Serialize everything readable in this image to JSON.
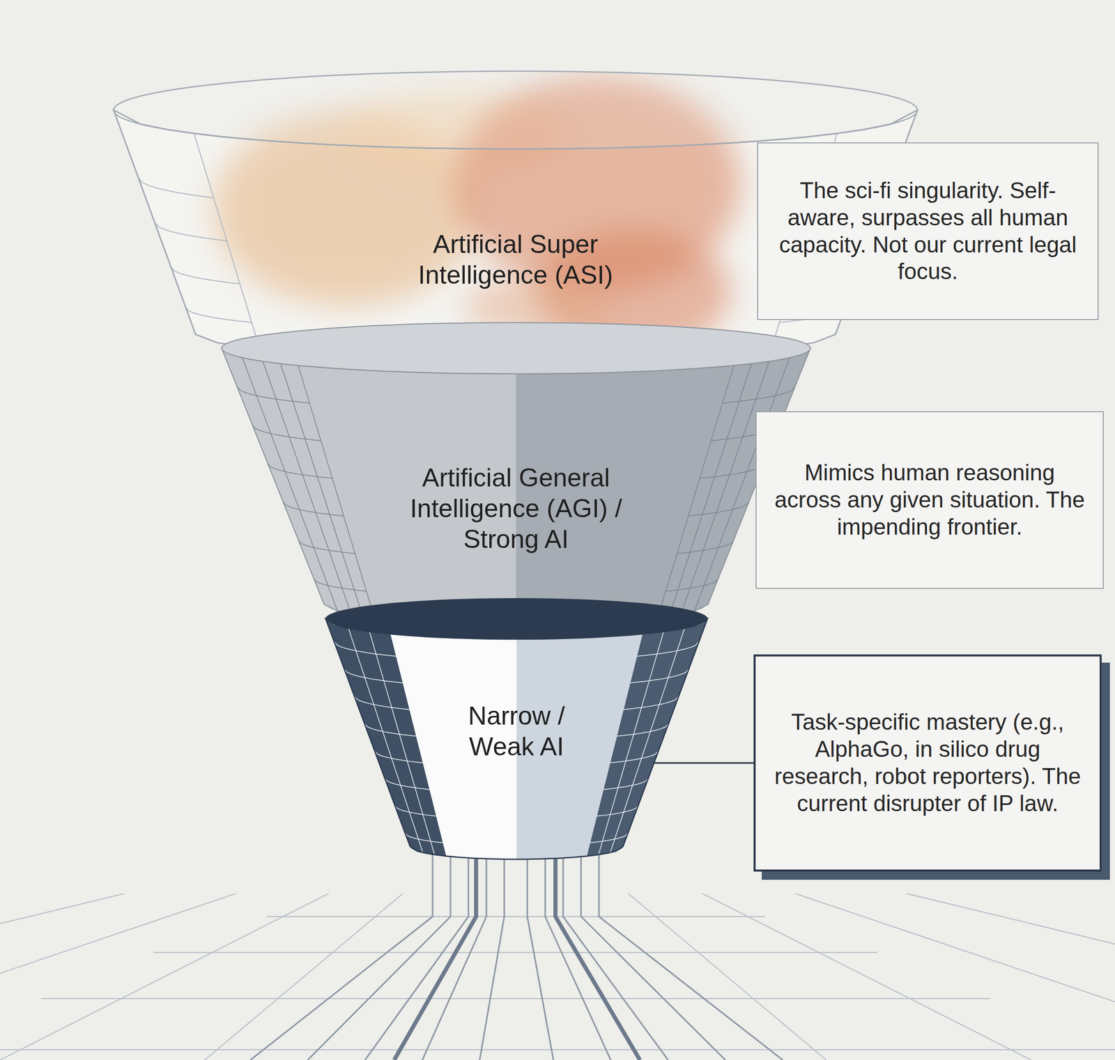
{
  "diagram": {
    "nodes": [
      {
        "text": [
          "Artificial Super Intelligence (ASI)"
        ]
      },
      {
        "text": [
          "The sci-fi singularity. Self-aware, surpasses all human capacity. Not our current legal focus."
        ]
      },
      {
        "text": [
          "Artificial General Intelligence (AGI) / Strong AI"
        ]
      },
      {
        "text": [
          "Mimics human reasoning across any given situation. The impending frontier."
        ]
      },
      {
        "text": [
          "Narrow / Weak AI"
        ]
      },
      {
        "text": [
          "Task-specific mastery (e.g., AlphaGo, in silico drug research, robot reporters). The current disrupter of IP law."
        ]
      }
    ],
    "edges": [
      {
        "from": 4,
        "to": 5,
        "arrow": "none"
      }
    ]
  }
}
